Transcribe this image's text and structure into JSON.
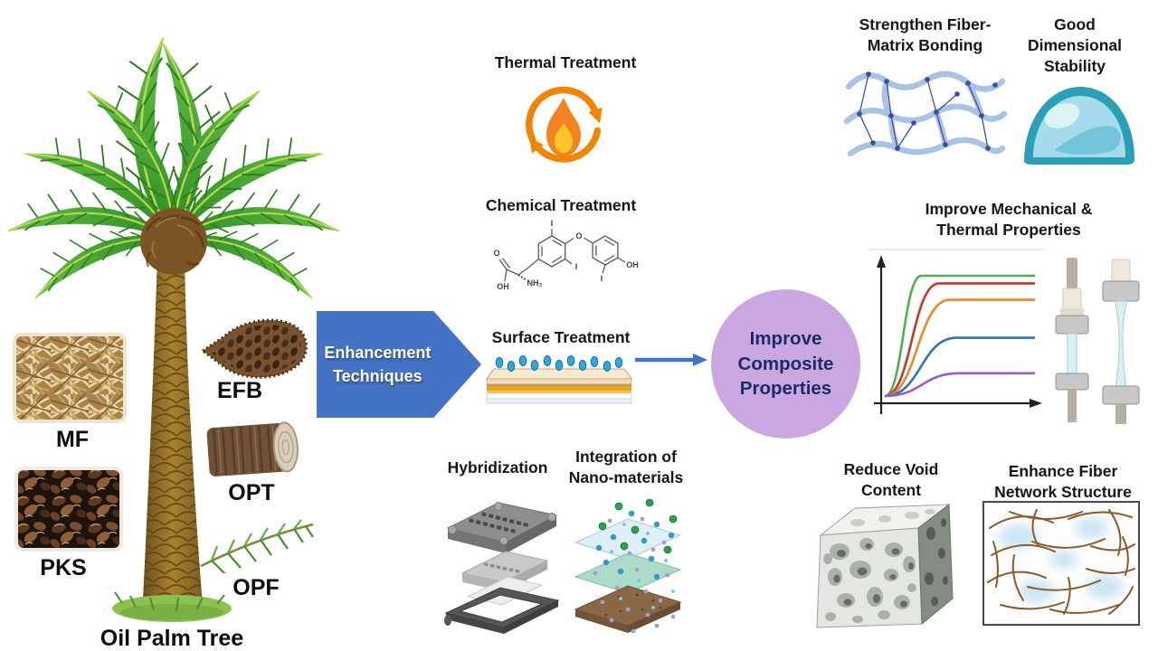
{
  "palm": {
    "label": "Oil Palm Tree"
  },
  "byproducts": {
    "mf": "MF",
    "pks": "PKS",
    "efb": "EFB",
    "opt": "OPT",
    "opf": "OPF"
  },
  "enhancement_arrow": {
    "line1": "Enhancement",
    "line2": "Techniques",
    "fill": "#4472C4"
  },
  "treatments": {
    "thermal": "Thermal Treatment",
    "chemical": "Chemical Treatment",
    "surface": "Surface Treatment",
    "hybridization": "Hybridization",
    "nano_line1": "Integration of",
    "nano_line2": "Nano-materials"
  },
  "molecule": {
    "atoms": [
      "I",
      "O",
      "I",
      "I",
      "OH",
      "NH₂",
      "O",
      "OH"
    ]
  },
  "outcome": {
    "line1": "Improve",
    "line2": "Composite",
    "line3": "Properties",
    "fill": "#C9A8E1",
    "text_color": "#1D2A66"
  },
  "benefits": {
    "bonding_line1": "Strengthen Fiber-",
    "bonding_line2": "Matrix Bonding",
    "stability_line1": "Good Dimensional",
    "stability_line2": "Stability",
    "mech_line1": "Improve Mechanical &",
    "mech_line2": "Thermal Properties",
    "void_line1": "Reduce Void",
    "void_line2": "Content",
    "network_line1": "Enhance Fiber",
    "network_line2": "Network Structure"
  },
  "chart_data": {
    "type": "line",
    "title": "Improve Mechanical & Thermal Properties",
    "xlabel": "",
    "ylabel": "",
    "axes_labeled": false,
    "legend": "none",
    "series": [
      {
        "name": "curve-1",
        "color": "#4CAF50",
        "plateau": 0.95,
        "rise": 0.27
      },
      {
        "name": "curve-2",
        "color": "#C0392B",
        "plateau": 0.89,
        "rise": 0.4
      },
      {
        "name": "curve-3",
        "color": "#E8882C",
        "plateau": 0.76,
        "rise": 0.48
      },
      {
        "name": "curve-4",
        "color": "#2E74B5",
        "plateau": 0.46,
        "rise": 0.53
      },
      {
        "name": "curve-5",
        "color": "#9B59D0",
        "plateau": 0.18,
        "rise": 0.55
      }
    ]
  }
}
